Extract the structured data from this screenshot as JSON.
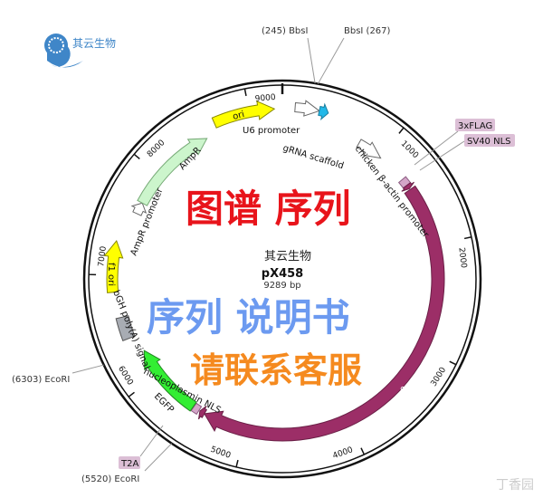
{
  "logo": {
    "text": "其云生物",
    "color": "#3f86c8"
  },
  "plasmid": {
    "name": "pX458",
    "length_label": "9289 bp",
    "length": 9289,
    "company": "其云生物"
  },
  "watermarks": {
    "line1": "图谱 序列",
    "line1_color": "#e8141b",
    "line2": "序列 说明书",
    "line2_color": "#6c9af0",
    "line3": "请联系客服",
    "line3_color": "#f58a1f",
    "corner": "丁香园"
  },
  "ticks": [
    {
      "bp": 1000,
      "label": "1000"
    },
    {
      "bp": 2000,
      "label": "2000"
    },
    {
      "bp": 3000,
      "label": "3000"
    },
    {
      "bp": 4000,
      "label": "4000"
    },
    {
      "bp": 5000,
      "label": "5000"
    },
    {
      "bp": 6000,
      "label": "6000"
    },
    {
      "bp": 7000,
      "label": "7000"
    },
    {
      "bp": 8000,
      "label": "8000"
    },
    {
      "bp": 9000,
      "label": "9000"
    }
  ],
  "features": [
    {
      "name": "ori",
      "start": 8680,
      "end": 9220,
      "color": "#ffff00",
      "stroke": "#888800",
      "r": 188,
      "w": 12,
      "arrow": true
    },
    {
      "name": "U6 promoter",
      "start": 110,
      "end": 320,
      "color": "#ffffff",
      "stroke": "#666666",
      "r": 190,
      "w": 10,
      "arrow": true
    },
    {
      "name": "gRNA scaffold",
      "start": 320,
      "end": 400,
      "color": "#22b8e8",
      "stroke": "#1a7fa0",
      "r": 190,
      "w": 10,
      "arrow": true
    },
    {
      "name": "chicken β-actin promoter",
      "start": 760,
      "end": 1010,
      "color": "#ffffff",
      "stroke": "#666666",
      "r": 172,
      "w": 10,
      "arrow": true
    },
    {
      "name": "3xFLAG",
      "start": 1300,
      "end": 1370,
      "color": "#d4a6c8",
      "stroke": "#8a5a80",
      "r": 172,
      "w": 10,
      "arrow": false
    },
    {
      "name": "SV40 NLS",
      "start": 1370,
      "end": 1410,
      "color": "#9c2e67",
      "stroke": "#6a1f46",
      "r": 172,
      "w": 10,
      "arrow": true
    },
    {
      "name": "Cas9",
      "start": 1420,
      "end": 5420,
      "color": "#9c2e67",
      "stroke": "#6a1f46",
      "r": 172,
      "w": 14,
      "arrow": true
    },
    {
      "name": "nucleoplasmin NLS",
      "start": 5420,
      "end": 5470,
      "color": "#9c2e67",
      "stroke": "#6a1f46",
      "r": 172,
      "w": 10,
      "arrow": true
    },
    {
      "name": "T2A",
      "start": 5480,
      "end": 5540,
      "color": "#d4a6c8",
      "stroke": "#8a5a80",
      "r": 172,
      "w": 10,
      "arrow": false
    },
    {
      "name": "EGFP",
      "start": 5545,
      "end": 6260,
      "color": "#33ee33",
      "stroke": "#228822",
      "r": 172,
      "w": 12,
      "arrow": true
    },
    {
      "name": "bGH poly(A) signal",
      "start": 6420,
      "end": 6620,
      "color": "#a8acb3",
      "stroke": "#555555",
      "r": 182,
      "w": 14,
      "arrow": false
    },
    {
      "name": "f1 ori",
      "start": 6850,
      "end": 7300,
      "color": "#ffff00",
      "stroke": "#888800",
      "r": 188,
      "w": 12,
      "arrow": true
    },
    {
      "name": "AmpR promoter",
      "start": 7590,
      "end": 7700,
      "color": "#ffffff",
      "stroke": "#666666",
      "r": 176,
      "w": 10,
      "arrow": true
    },
    {
      "name": "AmpR",
      "start": 7700,
      "end": 8560,
      "color": "#ccf5cc",
      "stroke": "#77aa77",
      "r": 176,
      "w": 12,
      "arrow": true
    }
  ],
  "sites": {
    "bbs1": {
      "text": "(245)  BbsI",
      "bp": 245
    },
    "bbs2": {
      "text": "BbsI  (267)",
      "bp": 267
    },
    "eco1": {
      "text": "(6303)  EcoRI",
      "bp": 6303
    },
    "eco2": {
      "text": "(5520)  EcoRI",
      "bp": 5520
    }
  },
  "callouts": {
    "flag": "3xFLAG",
    "sv40": "SV40 NLS",
    "t2a": "T2A"
  },
  "labels": {
    "ori": "ori",
    "u6": "U6 promoter",
    "grna": "gRNA scaffold",
    "cba": "chicken β-actin promoter",
    "cas9": "Cas9",
    "npnls": "nucleoplasmin NLS",
    "egfp": "EGFP",
    "bgh": "bGH poly(A) signal",
    "f1": "f1 ori",
    "amprp": "AmpR promoter",
    "ampr": "AmpR"
  }
}
